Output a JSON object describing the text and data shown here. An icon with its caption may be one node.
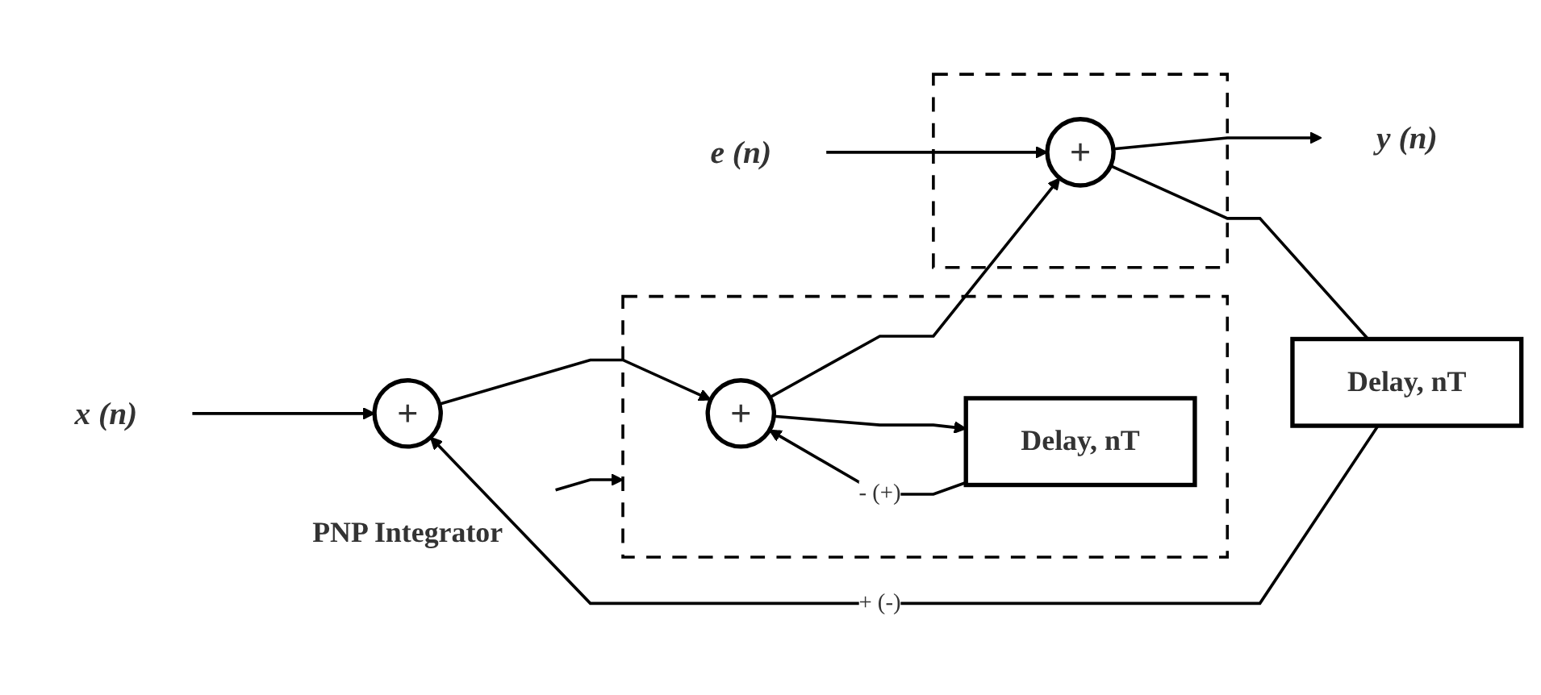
{
  "diagram": {
    "nodes": [
      {
        "text": [
          "x (n)"
        ]
      },
      {
        "text": [
          "+"
        ]
      },
      {
        "text": [
          "PNP Integrator"
        ]
      },
      {
        "text": [],
        "shape": "box"
      },
      {
        "text": [
          "+"
        ],
        "in": 3
      },
      {
        "text": [
          "Delay, nT"
        ],
        "in": 3
      },
      {
        "text": [],
        "shape": "box"
      },
      {
        "text": [
          "+"
        ],
        "in": 6
      },
      {
        "text": [
          "e (n)"
        ]
      },
      {
        "text": [
          "y (n)"
        ]
      },
      {
        "text": [
          "Delay, nT"
        ]
      }
    ],
    "edges": [
      {
        "from": 0,
        "to": 1,
        "arrow": "to"
      },
      {
        "from": 1,
        "to": 4,
        "arrow": "to"
      },
      {
        "from": 2,
        "to": 3,
        "arrow": "to"
      },
      {
        "from": 4,
        "to": 7,
        "arrow": "to"
      },
      {
        "from": 4,
        "to": 5,
        "arrow": "to"
      },
      {
        "from": 5,
        "to": 4,
        "arrow": "to",
        "label": "- (+)"
      },
      {
        "from": 8,
        "to": 7,
        "arrow": "to"
      },
      {
        "from": 7,
        "to": 9,
        "arrow": "to"
      },
      {
        "from": 7,
        "to": 10,
        "arrow": "none"
      },
      {
        "from": 10,
        "to": 1,
        "arrow": "to",
        "label": "+ (-)"
      }
    ]
  }
}
